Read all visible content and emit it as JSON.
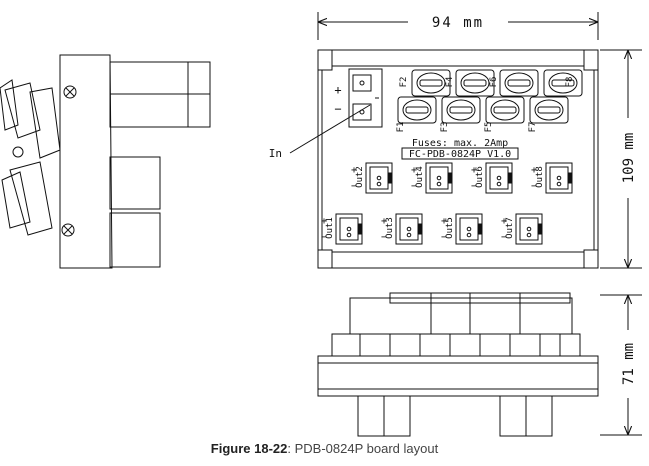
{
  "dimensions": {
    "width": "94 mm",
    "height": "109 mm",
    "depth": "71 mm"
  },
  "board": {
    "model": "FC-PDB-0824P V1.0",
    "fuse_note": "Fuses: max. 2Amp"
  },
  "callout": {
    "input_label": "In"
  },
  "input_polarity": [
    "+",
    "−"
  ],
  "fuses": [
    "F1",
    "F2",
    "F3",
    "F4",
    "F5",
    "F6",
    "F7",
    "F8"
  ],
  "outputs": [
    "Out1",
    "Out2",
    "Out3",
    "Out4",
    "Out5",
    "Out6",
    "Out7",
    "Out8"
  ],
  "caption": {
    "figure": "Figure 18-22",
    "text": ": PDB-0824P board layout"
  }
}
